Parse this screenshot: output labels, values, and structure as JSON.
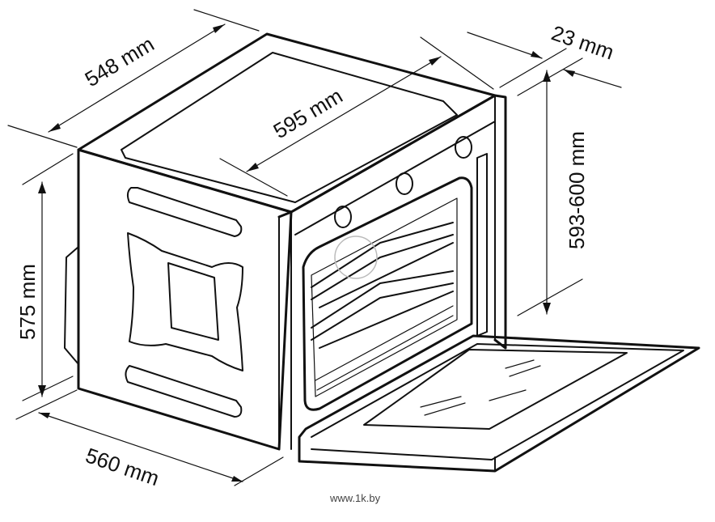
{
  "dimensions": {
    "top_depth": "548 mm",
    "front_width": "595 mm",
    "panel_thickness": "23 mm",
    "front_height": "593-600 mm",
    "side_height": "575 mm",
    "bottom_width": "560 mm"
  },
  "watermark": "www.1k.by"
}
